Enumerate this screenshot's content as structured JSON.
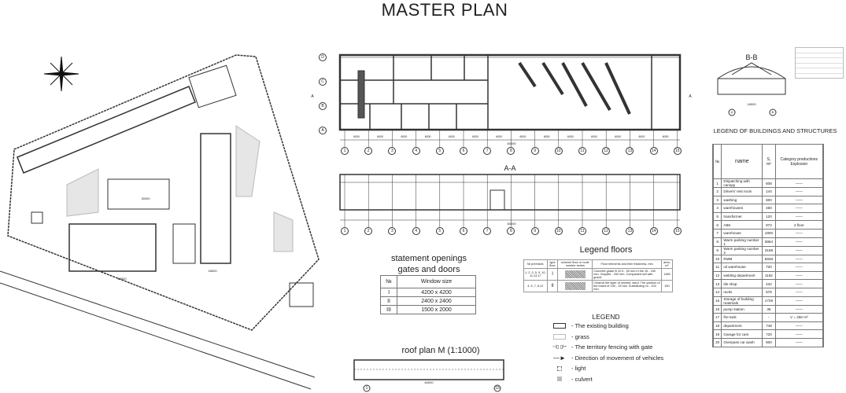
{
  "title": "MASTER PLAN",
  "floor_plan": {
    "row_axes": [
      "D",
      "C",
      "B",
      "A"
    ],
    "col_axes": [
      "1",
      "2",
      "3",
      "4",
      "5",
      "6",
      "7",
      "8",
      "9",
      "10",
      "11",
      "12",
      "13",
      "14",
      "15"
    ],
    "span": "6000",
    "total": "84000",
    "section_mark": "A"
  },
  "section_aa": {
    "title": "A-A",
    "total": "84000"
  },
  "section_bb": {
    "title": "B-B",
    "axes": [
      "A",
      "B"
    ],
    "total": "18000"
  },
  "statement": {
    "title": "statement openings\ngates and doors",
    "headers": [
      "№",
      "Window size"
    ],
    "rows": [
      [
        "I",
        "4200 x 4200"
      ],
      [
        "II",
        "2400 x 2400"
      ],
      [
        "III",
        "1500 x 2000"
      ]
    ]
  },
  "roof_plan": {
    "title": "roof plan M (1:1000)",
    "axes": [
      "1",
      "15"
    ],
    "total": "84000"
  },
  "legend_floors": {
    "title": "Legend floors",
    "headers": [
      "№ premises",
      "type floor",
      "scheme floor or node number series",
      "Floor elements and their thickness, mm",
      "area, m²"
    ],
    "rows": [
      {
        "premises": "1, 2, 3, 5, 9, 10, 11,13,17",
        "type": "I",
        "elements": "Concrete grade B 22.5 - 50 mm In the 15 - 150 mm. Claydite - 200 mm. Compacted soil with gravel",
        "area": "1380"
      },
      {
        "premises": "4, 5, 7, 8,12",
        "type": "II",
        "elements": "Ceramic tile layer of cement, sand. The solution of the brand M 150 - 15 mm. Substituting 10 - 100 mm.",
        "area": "150"
      }
    ]
  },
  "legend": {
    "title": "LEGEND",
    "items": [
      {
        "icon": "existing-building-icon",
        "label": "- The existing building"
      },
      {
        "icon": "grass-icon",
        "label": "- grass"
      },
      {
        "icon": "fence-gate-icon",
        "label": "- The territory fencing with gate"
      },
      {
        "icon": "arrow-icon",
        "label": "- Direction of movement of vehicles"
      },
      {
        "icon": "light-icon",
        "label": "- light"
      },
      {
        "icon": "culvert-icon",
        "label": "- culvert"
      }
    ]
  },
  "buildings": {
    "title": "LEGEND OF BUILDINGS AND STRUCTURES",
    "headers": [
      "№",
      "name",
      "S, m²",
      "Category productions Explosion"
    ],
    "rows": [
      [
        "1",
        "Dispatching with canopy",
        "608",
        "——"
      ],
      [
        "2",
        "Drivers' rest room",
        "144",
        "——"
      ],
      [
        "3",
        "washing",
        "600",
        "——"
      ],
      [
        "4",
        "warehouses",
        "450",
        "——"
      ],
      [
        "5",
        "transformer",
        "120",
        "——"
      ],
      [
        "6",
        "ABK",
        "972",
        "2 floor"
      ],
      [
        "7",
        "warehouse",
        "1800",
        "——"
      ],
      [
        "8",
        "Warm parking number 1",
        "3864",
        "——"
      ],
      [
        "9",
        "Warm parking number 2",
        "3168",
        "——"
      ],
      [
        "10",
        "RMM",
        "5848",
        "——"
      ],
      [
        "11",
        "oil warehouse",
        "720",
        "——"
      ],
      [
        "12",
        "welding department",
        "1152",
        "——"
      ],
      [
        "13",
        "tile shop",
        "432",
        "——"
      ],
      [
        "14",
        "racks",
        "576",
        "——"
      ],
      [
        "15",
        "Storage of building materials",
        "1728",
        "——"
      ],
      [
        "16",
        "pump station",
        "36",
        "——"
      ],
      [
        "17",
        "fire tank",
        "-",
        "V = 250 m³"
      ],
      [
        "18",
        "department",
        "748",
        "——"
      ],
      [
        "19",
        "Garage for cars",
        "720",
        "——"
      ],
      [
        "20",
        "Overpass car wash",
        "600",
        "——"
      ]
    ]
  },
  "site": {
    "dims": [
      "60000",
      "30000",
      "18000"
    ]
  },
  "colors": {
    "line": "#333",
    "grass": "#e6e6e6"
  }
}
